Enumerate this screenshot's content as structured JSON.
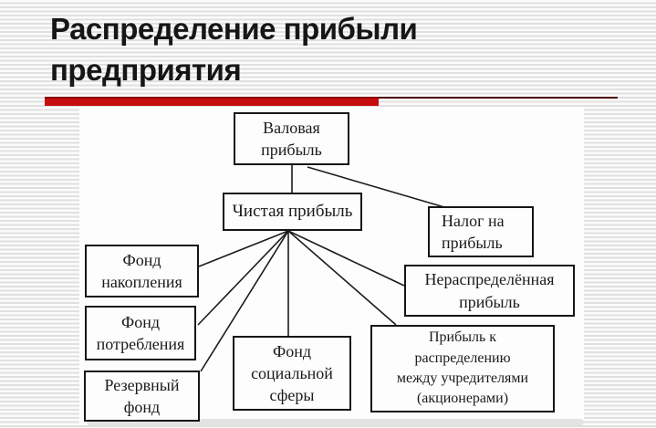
{
  "slide": {
    "title": "Распределение прибыли\nпредприятия",
    "accent_color": "#c60e0e",
    "divider_color": "#4a0404"
  },
  "diagram": {
    "nodes": [
      {
        "id": "gross-profit",
        "label": "Валовая\nприбыль"
      },
      {
        "id": "net-profit",
        "label": "Чистая прибыль"
      },
      {
        "id": "profit-tax",
        "label": "Налог на\nприбыль"
      },
      {
        "id": "accumulation-fund",
        "label": "Фонд\nнакопления"
      },
      {
        "id": "consumption-fund",
        "label": "Фонд\nпотребления"
      },
      {
        "id": "reserve-fund",
        "label": "Резервный\nфонд"
      },
      {
        "id": "social-sphere-fund",
        "label": "Фонд\nсоциальной\nсферы"
      },
      {
        "id": "retained-profit",
        "label": "Нераспределённая\nприбыль"
      },
      {
        "id": "distributable-profit",
        "label": "Прибыль к\nраспределению\nмежду учредителями\n(акционерами)"
      }
    ],
    "edges": [
      {
        "from": "gross-profit",
        "to": "net-profit"
      },
      {
        "from": "gross-profit",
        "to": "profit-tax"
      },
      {
        "from": "net-profit",
        "to": "accumulation-fund"
      },
      {
        "from": "net-profit",
        "to": "consumption-fund"
      },
      {
        "from": "net-profit",
        "to": "reserve-fund"
      },
      {
        "from": "net-profit",
        "to": "social-sphere-fund"
      },
      {
        "from": "net-profit",
        "to": "retained-profit"
      },
      {
        "from": "net-profit",
        "to": "distributable-profit"
      }
    ]
  }
}
